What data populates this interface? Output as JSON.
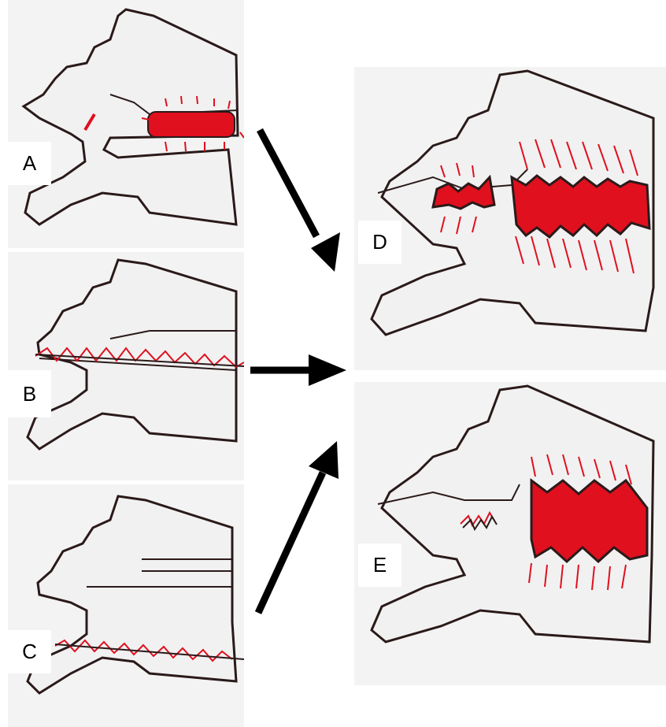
{
  "panels": [
    {
      "id": "A",
      "label": "A"
    },
    {
      "id": "B",
      "label": "B"
    },
    {
      "id": "C",
      "label": "C"
    },
    {
      "id": "D",
      "label": "D"
    },
    {
      "id": "E",
      "label": "E"
    }
  ],
  "colors": {
    "outline": "#2b1a1a",
    "injury": "#e0101e",
    "arrow": "#000000",
    "background": "#f3f3f3"
  }
}
